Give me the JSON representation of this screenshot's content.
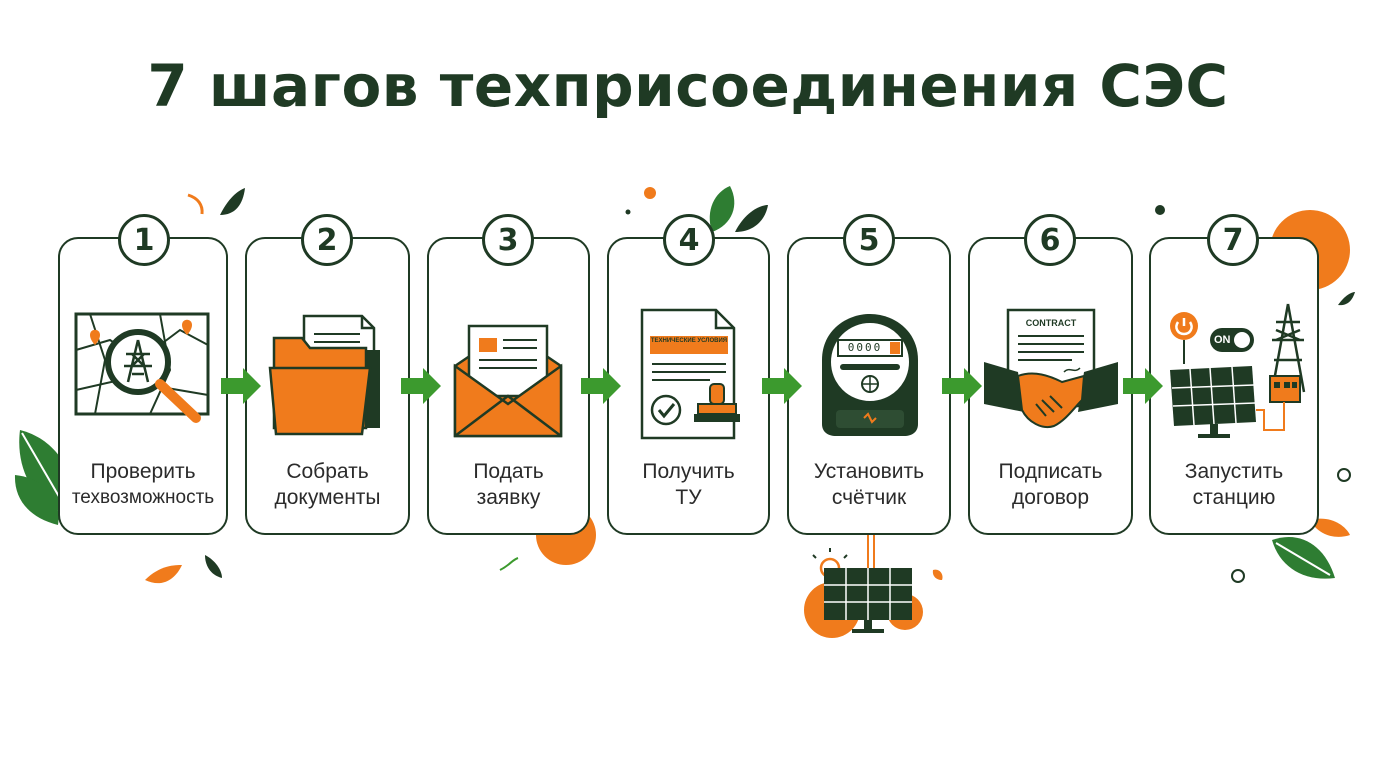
{
  "title": "7 шагов техприсоединения СЭС",
  "colors": {
    "dark_green": "#1f3a24",
    "accent_orange": "#f07b1c",
    "arrow_green": "#3c9a2e",
    "leaf_green": "#2e7d32"
  },
  "steps": [
    {
      "number": "1",
      "line1": "Проверить",
      "line2": "техвозможность",
      "icon": "map-search-icon"
    },
    {
      "number": "2",
      "line1": "Собрать",
      "line2": "документы",
      "icon": "folder-documents-icon"
    },
    {
      "number": "3",
      "line1": "Подать",
      "line2": "заявку",
      "icon": "envelope-letter-icon"
    },
    {
      "number": "4",
      "line1": "Получить",
      "line2": "ТУ",
      "icon": "document-stamp-icon",
      "doc_heading": "ТЕХНИЧЕСКИЕ УСЛОВИЯ"
    },
    {
      "number": "5",
      "line1": "Установить",
      "line2": "счётчик",
      "icon": "electric-meter-icon",
      "meter_reading": "0000"
    },
    {
      "number": "6",
      "line1": "Подписать",
      "line2": "договор",
      "icon": "handshake-contract-icon",
      "contract_label": "CONTRACT"
    },
    {
      "number": "7",
      "line1": "Запустить",
      "line2": "станцию",
      "icon": "solar-station-icon",
      "switch_label": "ON"
    }
  ]
}
